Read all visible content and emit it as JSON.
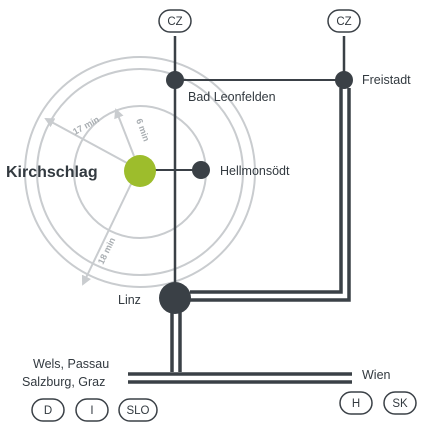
{
  "colors": {
    "road": "#3a4046",
    "ring": "#c9cccf",
    "ring_text": "#a8adb1",
    "center": "#9dbd2c",
    "text": "#333a40"
  },
  "center_label": "Kirchschlag",
  "places": {
    "bad_leonfelden": "Bad Leonfelden",
    "freistadt": "Freistadt",
    "hellmonsoedt": "Hellmonsödt",
    "linz": "Linz",
    "west_line1": "Wels, Passau",
    "west_line2": "Salzburg, Graz",
    "east": "Wien"
  },
  "borders": {
    "north_left": "CZ",
    "north_right": "CZ",
    "southwest": [
      "D",
      "I",
      "SLO"
    ],
    "southeast": [
      "H",
      "SK"
    ]
  },
  "travel_times": {
    "inner": "6 min",
    "middle": "17 min",
    "outer": "18 min"
  }
}
